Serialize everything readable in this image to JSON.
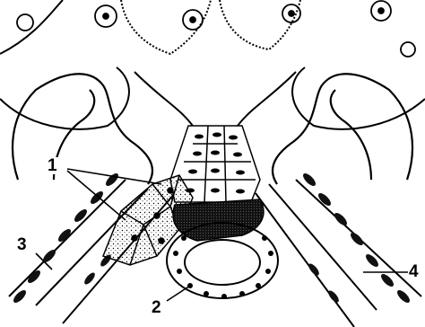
{
  "labels": {
    "l1": "1",
    "l2": "2",
    "l3": "3",
    "l4": "4"
  },
  "colors": {
    "ink": "#000000",
    "paper": "#ffffff"
  }
}
